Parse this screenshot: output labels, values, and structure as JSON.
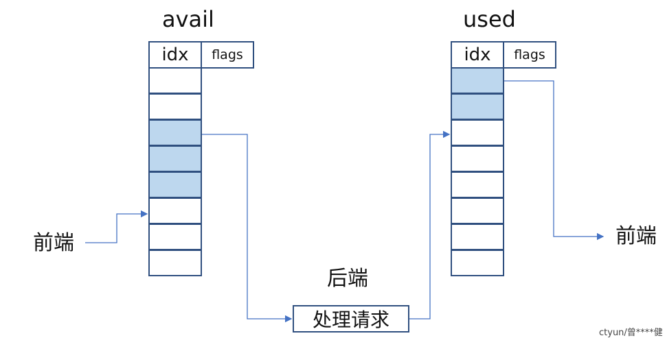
{
  "avail": {
    "title": "avail",
    "header_idx": "idx",
    "header_flags": "flags",
    "rows": [
      false,
      false,
      true,
      true,
      true,
      false,
      false,
      false
    ]
  },
  "used": {
    "title": "used",
    "header_idx": "idx",
    "header_flags": "flags",
    "rows": [
      true,
      true,
      false,
      false,
      false,
      false,
      false,
      false
    ]
  },
  "labels": {
    "frontend_left": "前端",
    "backend": "后端",
    "frontend_right": "前端",
    "process": "处理请求"
  },
  "watermark": "ctyun/曾****健",
  "colors": {
    "border": "#2f4f7f",
    "filled": "#bdd7ee",
    "arrow": "#4472c4"
  }
}
